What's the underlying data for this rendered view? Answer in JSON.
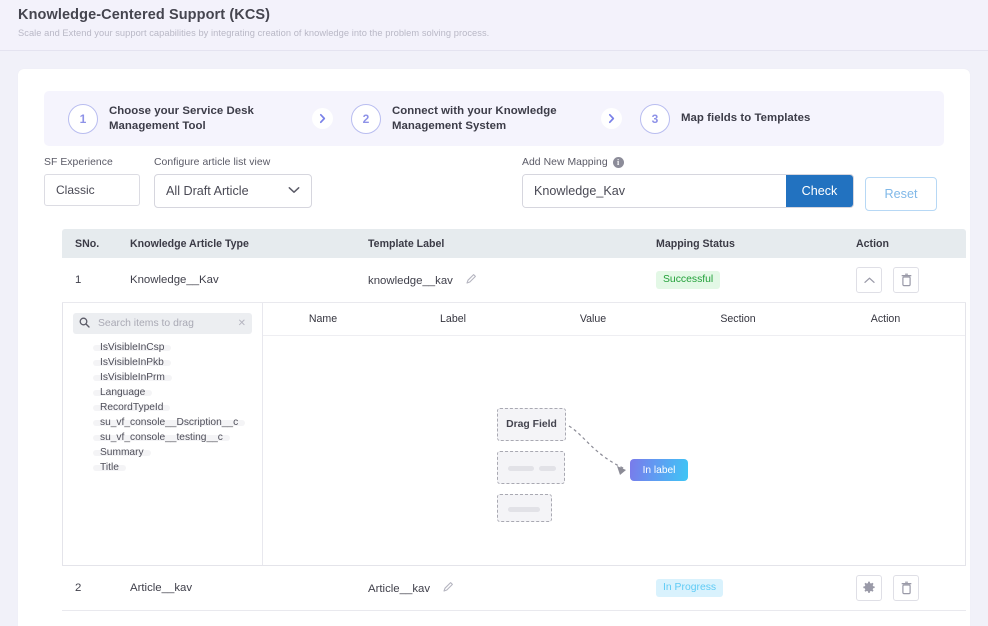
{
  "header": {
    "title": "Knowledge-Centered Support (KCS)",
    "subtitle": "Scale and Extend your support capabilities by integrating creation of knowledge into the problem solving process."
  },
  "stepper": {
    "steps": [
      {
        "number": "1",
        "label": "Choose your Service Desk Management Tool"
      },
      {
        "number": "2",
        "label": "Connect with your Knowledge Management System"
      },
      {
        "number": "3",
        "label": "Map fields to Templates"
      }
    ]
  },
  "controls": {
    "sf_experience": {
      "label": "SF Experience",
      "value": "Classic"
    },
    "article_list_view": {
      "label": "Configure article list view",
      "value": "All Draft Article",
      "options": [
        "All Draft Article"
      ]
    },
    "add_new_mapping": {
      "label": "Add New Mapping",
      "info_icon": "info-icon",
      "value": "Knowledge_Kav",
      "placeholder": "",
      "check_label": "Check"
    },
    "reset_label": "Reset"
  },
  "table": {
    "columns": [
      "SNo.",
      "Knowledge Article Type",
      "Template Label",
      "Mapping Status",
      "Action"
    ],
    "rows": [
      {
        "sno": "1",
        "article_type": "Knowledge__Kav",
        "template_label": "knowledge__kav",
        "status": "Successful",
        "status_kind": "success",
        "actions": [
          "chevron-up-icon",
          "trash-icon"
        ]
      },
      {
        "sno": "2",
        "article_type": "Article__kav",
        "template_label": "Article__kav",
        "status": "In Progress",
        "status_kind": "progress",
        "actions": [
          "gear-icon",
          "trash-icon"
        ]
      }
    ]
  },
  "panel": {
    "search": {
      "placeholder": "Search items to drag",
      "value": ""
    },
    "drag_items": [
      "IsVisibleInCsp",
      "IsVisibleInPkb",
      "IsVisibleInPrm",
      "Language",
      "RecordTypeId",
      "su_vf_console__Dscription__c",
      "su_vf_console__testing__c",
      "Summary",
      "Title"
    ],
    "sub_columns": [
      "Name",
      "Label",
      "Value",
      "Section",
      "Action"
    ],
    "canvas": {
      "drag_field_label": "Drag Field",
      "in_label_chip": "In label"
    }
  },
  "colors": {
    "page_bg": "#f1f1f9",
    "card_bg": "#ffffff",
    "stepper_bg": "#f5f4fd",
    "accent_blue": "#2272c0",
    "reset_border": "#b7d8f5",
    "success_bg": "#e3f8e6",
    "success_text": "#23a13a",
    "progress_bg": "#d9f2fd",
    "progress_text": "#5fcbf5",
    "chip_gradient_from": "#7a7aea",
    "chip_gradient_to": "#3fc6f5"
  }
}
